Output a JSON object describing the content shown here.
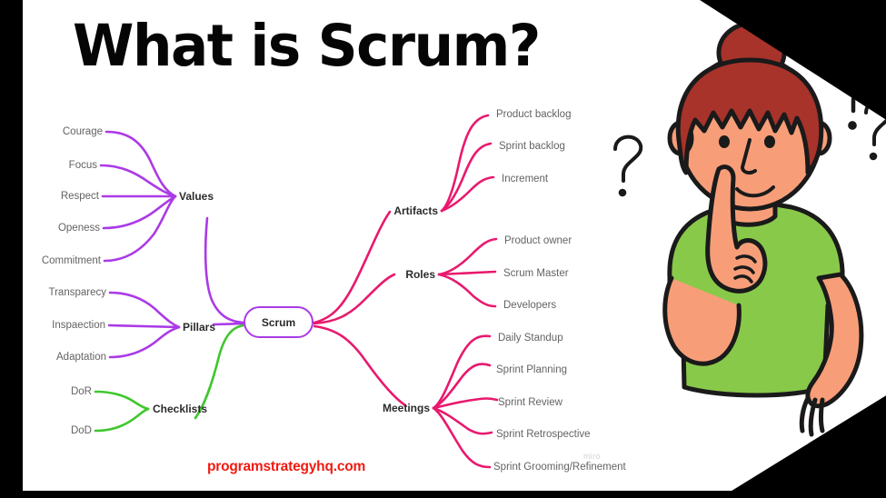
{
  "title": "What is Scrum?",
  "center": {
    "label": "Scrum"
  },
  "colors": {
    "purple": "#ab3ae6",
    "pink": "#e8196e",
    "green": "#3fc72e",
    "title": "#050505",
    "leaf_text": "#636363",
    "branch_text": "#2b2b2b",
    "url_red": "#f01a10",
    "frame_black": "#000000",
    "board_white": "#ffffff",
    "hair": "#a8332a",
    "skin": "#f79e79",
    "shirt": "#89c94a",
    "outline": "#1a1a1a",
    "watermark": "#d3d3d3"
  },
  "branches": [
    {
      "id": "values",
      "label": "Values",
      "color": "#ab3ae6",
      "side": "left",
      "leaves": [
        "Courage",
        "Focus",
        "Respect",
        "Openess",
        "Commitment"
      ]
    },
    {
      "id": "pillars",
      "label": "Pillars",
      "color": "#ab3ae6",
      "side": "left",
      "leaves": [
        "Transparecy",
        "Inspaection",
        "Adaptation"
      ]
    },
    {
      "id": "checklists",
      "label": "Checklists",
      "color": "#3fc72e",
      "side": "left",
      "leaves": [
        "DoR",
        "DoD"
      ]
    },
    {
      "id": "artifacts",
      "label": "Artifacts",
      "color": "#e8196e",
      "side": "right",
      "leaves": [
        "Product backlog",
        "Sprint backlog",
        "Increment"
      ]
    },
    {
      "id": "roles",
      "label": "Roles",
      "color": "#e8196e",
      "side": "right",
      "leaves": [
        "Product owner",
        "Scrum Master",
        "Developers"
      ]
    },
    {
      "id": "meetings",
      "label": "Meetings",
      "color": "#e8196e",
      "side": "right",
      "leaves": [
        "Daily Standup",
        "Sprint Planning",
        "Sprint Review",
        "Sprint Retrospective",
        "Sprint Grooming/Refinement"
      ]
    }
  ],
  "footer": {
    "site_url": "programstrategyhq.com"
  },
  "watermark": {
    "text": "miro"
  },
  "illustration": {
    "name": "thinking-person",
    "description": "person with hair bun, finger on chin, green t-shirt",
    "question_marks": 2
  }
}
